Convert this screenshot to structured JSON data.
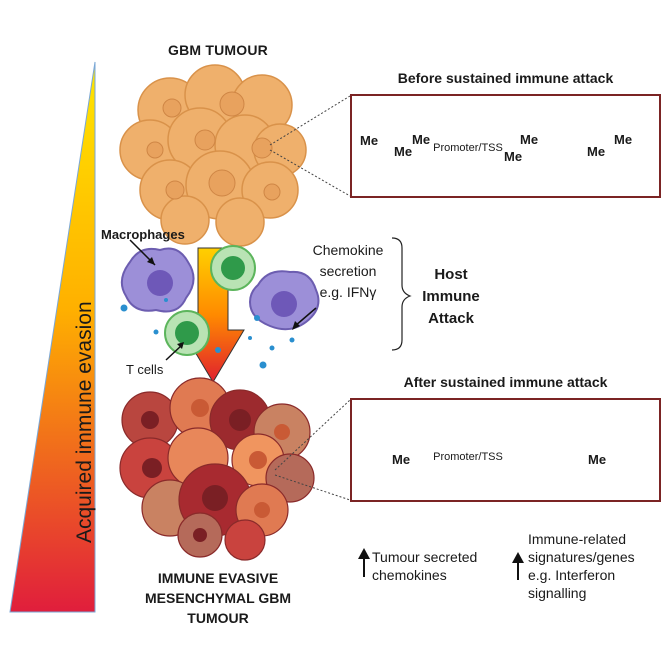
{
  "gbm_tumour_label": "GBM TUMOUR",
  "before_title": "Before sustained immune attack",
  "after_title": "After sustained immune attack",
  "methyl_label": "Me",
  "promoter_label": "Promoter/TSS",
  "macrophages_label": "Macrophages",
  "t_cells_label": "T cells",
  "chemokine_lines": [
    "Chemokine",
    "secretion",
    "e.g. IFNγ"
  ],
  "host_lines": [
    "Host",
    "Immune",
    "Attack"
  ],
  "acquired_label": "Acquired immune evasion",
  "evasive_lines": [
    "IMMUNE EVASIVE",
    "MESENCHYMAL GBM",
    "TUMOUR"
  ],
  "tumour_secreted_lines": [
    "Tumour secreted",
    "chemokines"
  ],
  "immune_related_lines": [
    "Immune-related",
    "signatures/genes",
    "e.g. Interferon",
    "signalling"
  ],
  "colors": {
    "box_border": "#7b2424",
    "promoter_green": "#3aaa35",
    "methyl_circle": "#9fd6d8",
    "dna_blue": "#2f6fd6",
    "dna_pink": "#d63fb8",
    "tumour_top": "#f1b878",
    "tumour_bottom": "#b13a3a",
    "macrophage": "#8f7fd0",
    "tcell": "#3aa85a",
    "gradient_top": "#ffe100",
    "gradient_bottom": "#e0203d"
  }
}
